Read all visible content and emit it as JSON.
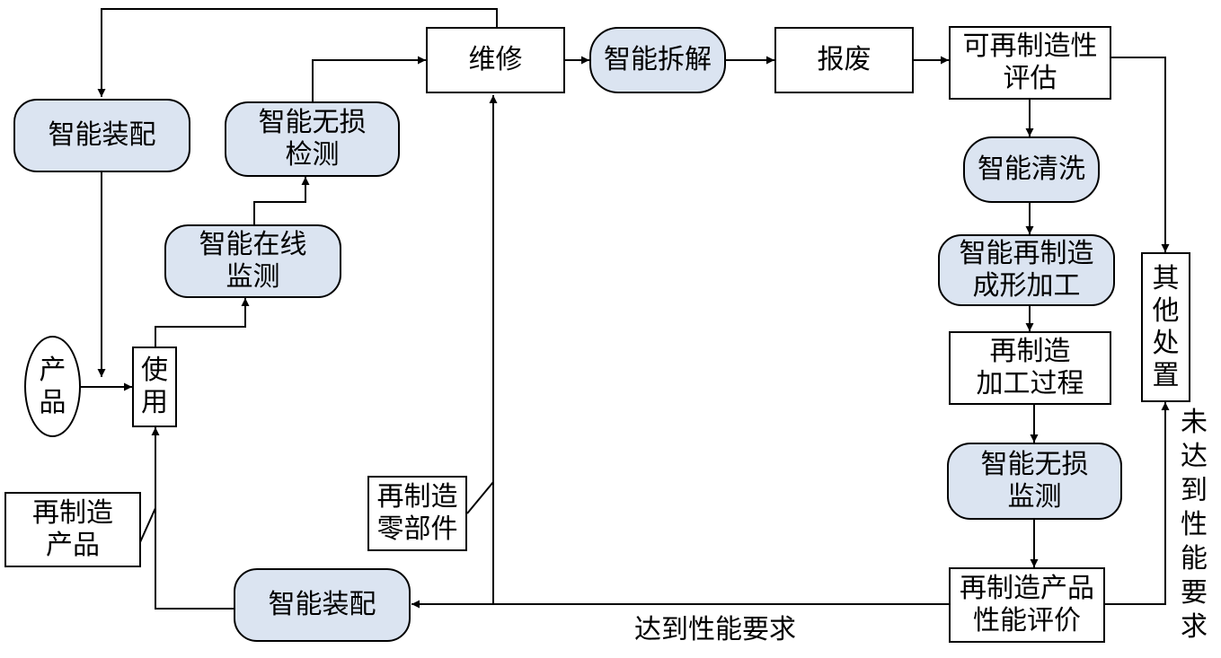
{
  "nodes": {
    "repair": "维修",
    "smart_disassembly": "智能拆解",
    "scrap": "报废",
    "reman_eval_l1": "可再制造性",
    "reman_eval_l2": "评估",
    "smart_assembly_top": "智能装配",
    "smart_ndt_l1": "智能无损",
    "smart_ndt_l2": "检测",
    "smart_online_l1": "智能在线",
    "smart_online_l2": "监测",
    "product_c1": "产",
    "product_c2": "品",
    "use_c1": "使",
    "use_c2": "用",
    "reman_product_l1": "再制造",
    "reman_product_l2": "产品",
    "reman_parts_l1": "再制造",
    "reman_parts_l2": "零部件",
    "smart_assembly_bottom": "智能装配",
    "smart_cleaning": "智能清洗",
    "smart_forming_l1": "智能再制造",
    "smart_forming_l2": "成形加工",
    "reman_process_l1": "再制造",
    "reman_process_l2": "加工过程",
    "smart_monitor_l1": "智能无损",
    "smart_monitor_l2": "监测",
    "perf_eval_l1": "再制造产品",
    "perf_eval_l2": "性能评价",
    "other_c1": "其",
    "other_c2": "他",
    "other_c3": "处",
    "other_c4": "置"
  },
  "labels": {
    "meets_requirement": "达到性能要求",
    "not_meet_chars": [
      "未",
      "达",
      "到",
      "性",
      "能",
      "要",
      "求"
    ]
  },
  "colors": {
    "smart_fill": "#dbe4f1",
    "line": "#000000"
  }
}
